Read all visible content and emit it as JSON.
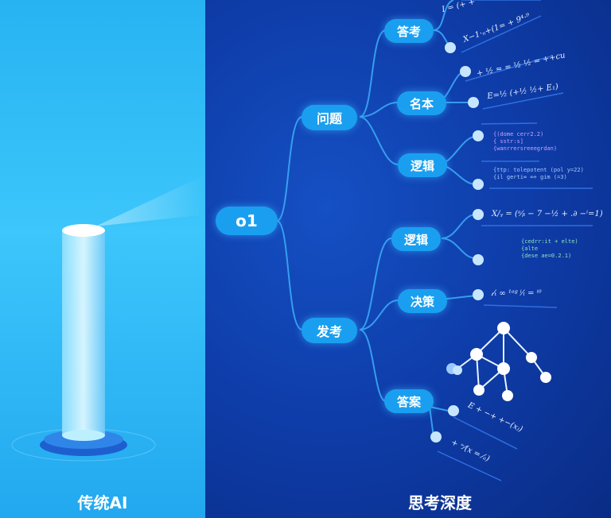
{
  "left": {
    "caption": "传统AI"
  },
  "right": {
    "caption": "思考深度"
  },
  "root": {
    "label": "o1"
  },
  "branches": [
    {
      "label": "问题",
      "children": [
        {
          "label": "答考"
        },
        {
          "label": "名本"
        },
        {
          "label": "逻辑"
        }
      ]
    },
    {
      "label": "发考",
      "children": [
        {
          "label": "逻辑"
        },
        {
          "label": "决策"
        },
        {
          "label": "答案"
        }
      ]
    }
  ],
  "formulas": {
    "f1": "I = (+ +",
    "f2": "X−1·ₙ+(1= + 9⁴·⁹",
    "f3": "+ ½ ≈ = ½ ½ = ++cu",
    "f4": "E=½ (+½ ½+ E₁)",
    "f5": "X/ᵧ = (ᵃ⁄ᵦ − 7 −½ + .∂ −ⁱ=1)",
    "f6": "ᵢ⁄ₜ ∞ ¹ᵃᵍ ⁱ⁄ₗ = ⁱ⁰",
    "f7": "E + −+ +−(x₎)",
    "f8": "+ ⁼⁄(x = ⁄ₐ)"
  },
  "code": {
    "c1": "{(dome cerr2.2)\n{ sstr:s]\n{wanrrersreeegrdan)",
    "c2": "{ttp: tolepotent (pol y=22)\n{il gerti∞ ∞+ gim (=3)",
    "c3": "{cedrr:it + elte)\n{alte\n{dese ae=0.2.1)"
  }
}
